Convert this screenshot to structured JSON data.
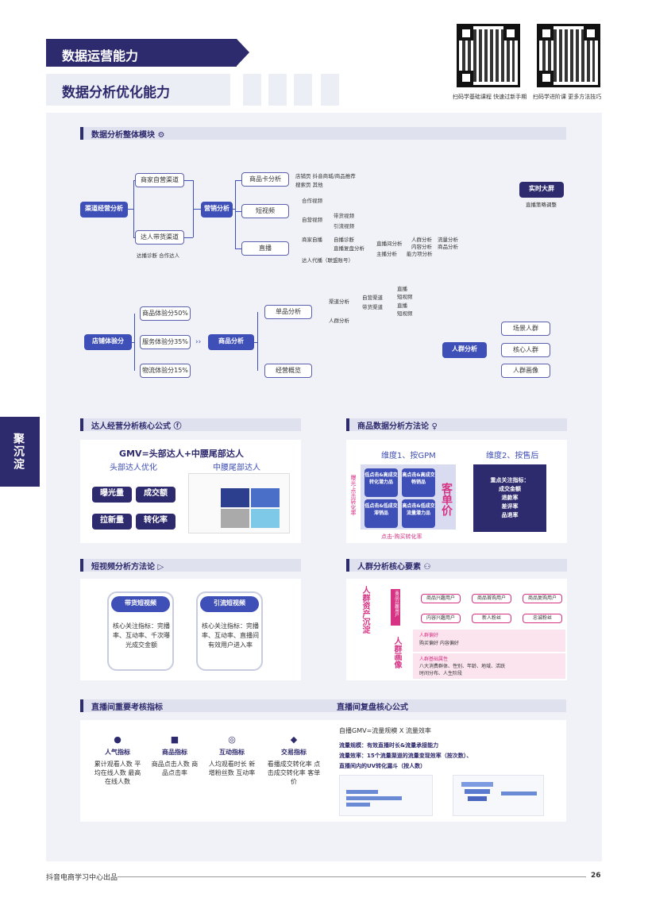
{
  "header": {
    "title": "数据运营能力",
    "subtitle": "数据分析优化能力"
  },
  "qr": {
    "cap1": "扫码学基础课程  快速过新手期",
    "cap2": "扫码学进阶课  更多方法技巧"
  },
  "side_tab": "聚沉淀",
  "sec1": {
    "title": "数据分析整体模块",
    "channel": "渠道经营分析",
    "self": "商家自营渠道",
    "talent": "达人带货渠道",
    "talent_sub": "达播诊断    合作达人",
    "marketing": "营销分析",
    "card": "商品卡分析",
    "card_sub1": "店铺页    抖音商城/商品推荐",
    "card_sub2": "搜索页    其他",
    "short": "短视频",
    "coop": "合作视频",
    "selfv": "自营视频",
    "goods_v": "带货视频",
    "traffic_v": "引流视频",
    "live": "直播",
    "self_live": "商家自播",
    "self_diag": "自播诊断",
    "live_review": "直播复盘分析",
    "room_ana": "直播间分析",
    "anchor_ana": "主播分析",
    "crowd": "人群分析",
    "content": "内容分析",
    "ability": "能力项分析",
    "flow": "流量分析",
    "goods": "商品分析",
    "talent_proxy": "达人代播（联盟账号）",
    "realtime": "实时大屏",
    "realtime_sub": "直播策略调整",
    "shop": "店铺体验分",
    "s1": "商品体验分50%",
    "s2": "服务体验分35%",
    "s3": "物流体验分15%",
    "goods_ana": "商品分析",
    "single": "单品分析",
    "overview": "经营概览",
    "ch_ana": "渠道分析",
    "selfch": "自营渠道",
    "goodsch": "带货渠道",
    "l1": "直播",
    "l2": "短视频",
    "l3": "直播",
    "l4": "短视频",
    "crowd_ana": "人群分析",
    "crowd2": "人群分析",
    "scene": "场景人群",
    "core": "核心人群",
    "portrait": "人群画像"
  },
  "sec2": {
    "title": "达人经营分析核心公式",
    "formula": "GMV=头部达人+中腰尾部达人",
    "head": "头部达人优化",
    "mid": "中腰尾部达人",
    "b1": "曝光量",
    "b2": "成交额",
    "b3": "拉新量",
    "b4": "转化率"
  },
  "sec3": {
    "title": "商品数据分析方法论",
    "d1": "维度1、按GPM",
    "d2": "维度2、按售后",
    "vlabel": "曝光-点击转化率",
    "hlabel": "点击-购买转化率",
    "big": "客单价",
    "q1": "低点击&高成交转化潜力品",
    "q2": "高点击&高成交畅销品",
    "q3": "低点击&低成交滞销品",
    "q4": "高点击&低成交流量潜力品",
    "after_title": "重点关注指标：",
    "after": [
      "成交金额",
      "退款率",
      "差评率",
      "品退率"
    ]
  },
  "sec4": {
    "title": "短视频分析方法论",
    "c1": "带货短视频",
    "c2": "引流短视频",
    "c1_body": "核心关注指标：完播率、互动率、千次曝光成交金额",
    "c2_body": "核心关注指标：完播率、互动率、直播间有效用户进入率"
  },
  "sec5": {
    "title": "人群分析核心要素",
    "asset": "人群资产沉淀",
    "portrait": "人群画像",
    "vtag": "商品兴趣用户",
    "p": [
      "商品兴趣用户",
      "商品首购用户",
      "商品复购用户",
      "内容兴趣用户",
      "新人粉丝",
      "忠诚粉丝"
    ],
    "pref_t": "人群偏好",
    "pref": "购买偏好    内容偏好",
    "base_t": "人群基础属性",
    "base": "八大消费群体、性别、年龄、地域、活跃时间分布、人生阶段"
  },
  "sec6": {
    "title": "直播间重要考核指标",
    "cols": [
      {
        "t": "人气指标",
        "b": "累计观看人数 平均在线人数 最高在线人数"
      },
      {
        "t": "商品指标",
        "b": "商品点击人数 商品点击率"
      },
      {
        "t": "互动指标",
        "b": "人均观看时长 新增粉丝数 互动率"
      },
      {
        "t": "交易指标",
        "b": "看播成交转化率 点击成交转化率 客单价"
      }
    ]
  },
  "sec7": {
    "title": "直播间复盘核心公式",
    "f1": "自播GMV=流量规模 X 流量效率",
    "f2": "流量规模：有效直播时长&流量承接能力",
    "f3": "流量效率：15个流量渠道的流量变现效率（按次数）、",
    "f4": "直播间内的UV转化漏斗（按人数）"
  },
  "footer": {
    "left": "抖音电商学习中心出品",
    "page": "26"
  }
}
